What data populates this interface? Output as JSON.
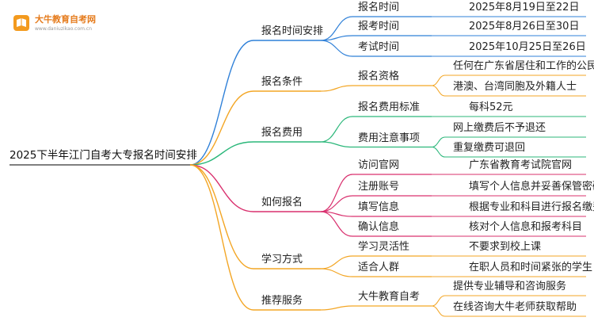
{
  "logo": {
    "title": "大牛教育自考网",
    "url": "www.daniuzikao.com.cn"
  },
  "root": "2025下半年江门自考大专报名时间安排",
  "colors": {
    "blue": "#2f80d8",
    "orange": "#f3a625",
    "green": "#2bb77a",
    "magenta": "#d9306e",
    "root_line": "#333333"
  },
  "branches": [
    {
      "label": "报名时间安排",
      "color": "blue",
      "children": [
        {
          "label": "报名时间",
          "value": "2025年8月19日至22日"
        },
        {
          "label": "报考时间",
          "value": "2025年8月26日至30日"
        },
        {
          "label": "考试时间",
          "value": "2025年10月25日至26日"
        }
      ]
    },
    {
      "label": "报名条件",
      "color": "orange",
      "children": [
        {
          "label": "报名资格",
          "values": [
            "任何在广东省居住和工作的公民",
            "港澳、台湾同胞及外籍人士"
          ]
        }
      ]
    },
    {
      "label": "报名费用",
      "color": "green",
      "children": [
        {
          "label": "报名费用标准",
          "value": "每科52元"
        },
        {
          "label": "费用注意事项",
          "values": [
            "网上缴费后不予退还",
            "重复缴费可退回"
          ]
        }
      ]
    },
    {
      "label": "如何报名",
      "color": "magenta",
      "children": [
        {
          "label": "访问官网",
          "value": "广东省教育考试院官网"
        },
        {
          "label": "注册账号",
          "value": "填写个人信息并妥善保管密码"
        },
        {
          "label": "填写信息",
          "value": "根据专业和科目进行报名缴费"
        },
        {
          "label": "确认信息",
          "value": "核对个人信息和报考科目"
        }
      ]
    },
    {
      "label": "学习方式",
      "color": "orange",
      "children": [
        {
          "label": "学习灵活性",
          "value": "不要求到校上课"
        },
        {
          "label": "适合人群",
          "value": "在职人员和时间紧张的学生"
        }
      ]
    },
    {
      "label": "推荐服务",
      "color": "orange",
      "children": [
        {
          "label": "大牛教育自考",
          "values": [
            "提供专业辅导和咨询服务",
            "在线咨询大牛老师获取帮助"
          ]
        }
      ]
    }
  ]
}
